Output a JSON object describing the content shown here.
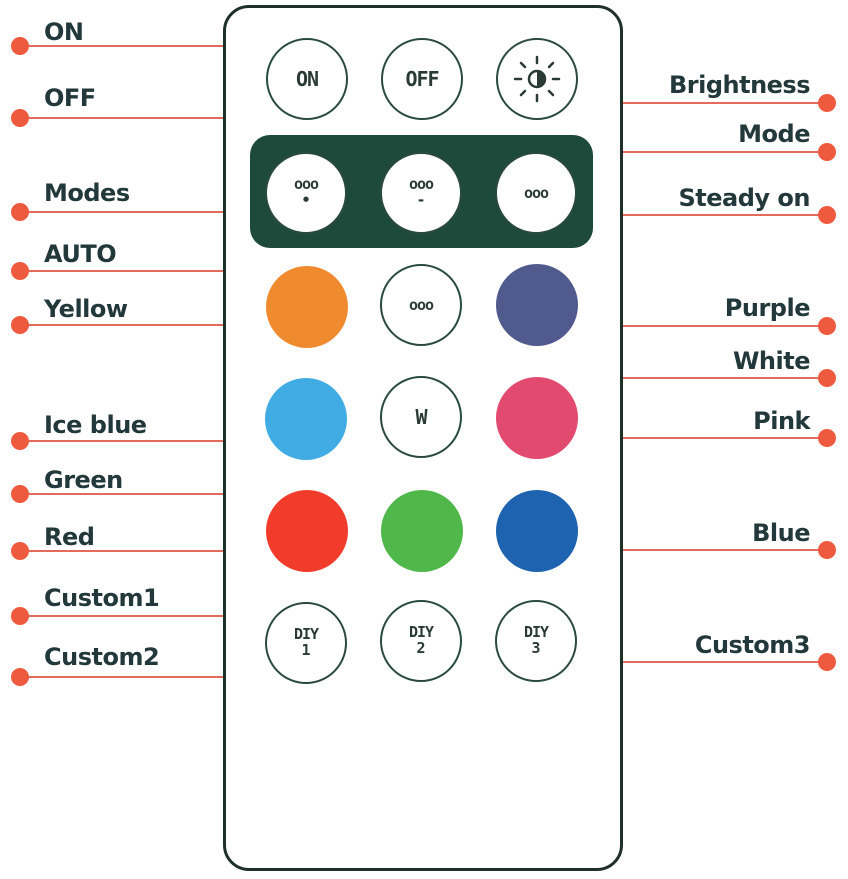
{
  "buttons": {
    "on": "ON",
    "off": "OFF",
    "mode_1": "ooo",
    "mode_2": "ooo",
    "mode_3": "ooo",
    "mid_outline": "ooo",
    "w": "W",
    "diy1_top": "DIY",
    "diy1_sub": "1",
    "diy2_top": "DIY",
    "diy2_sub": "2",
    "diy3_top": "DIY",
    "diy3_sub": "3"
  },
  "colors": {
    "orange": "#f08a2e",
    "slate_purple": "#515a8d",
    "sky_blue": "#40ace3",
    "pink": "#e34a70",
    "red": "#f23c2b",
    "green": "#50b84a",
    "blue": "#1e63b0",
    "panel": "#1e4a3b",
    "leader": "#e46a5c",
    "dot": "#ee5a3e"
  },
  "labels_left": {
    "on": "ON",
    "off": "OFF",
    "modes": "Modes",
    "auto": "AUTO",
    "yellow": "Yellow",
    "ice_blue": "Ice blue",
    "green": "Green",
    "red": "Red",
    "custom1": "Custom1",
    "custom2": "Custom2"
  },
  "labels_right": {
    "brightness": "Brightness",
    "mode": "Mode",
    "steady_on": "Steady on",
    "purple": "Purple",
    "white": "White",
    "pink": "Pink",
    "blue": "Blue",
    "custom3": "Custom3"
  }
}
